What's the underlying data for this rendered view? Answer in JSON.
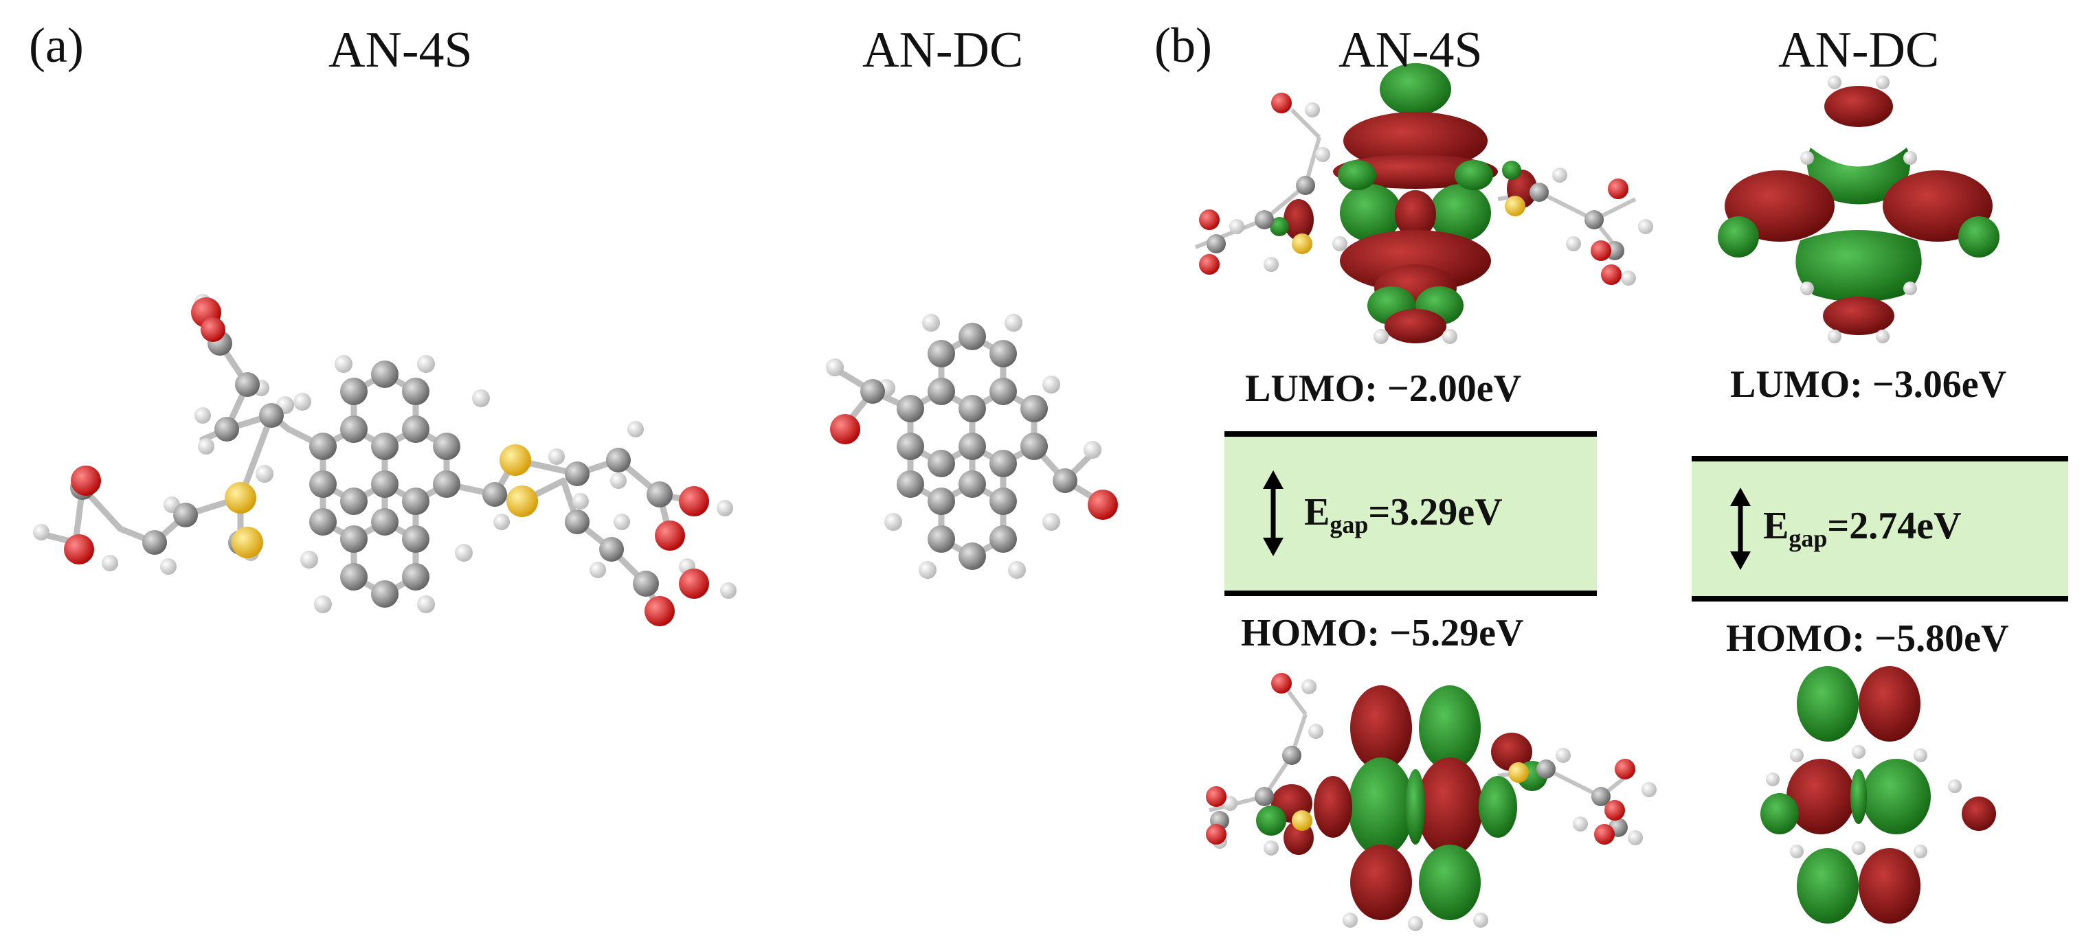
{
  "panel_a": {
    "label": "(a)",
    "titles": [
      "AN-4S",
      "AN-DC"
    ]
  },
  "panel_b": {
    "label": "(b)",
    "columns": [
      {
        "title": "AN-4S",
        "lumo_label": "LUMO: −2.00eV",
        "gap_symbol": "E",
        "gap_sub": "gap",
        "gap_value": "=3.29eV",
        "homo_label": "HOMO: −5.29eV"
      },
      {
        "title": "AN-DC",
        "lumo_label": "LUMO: −3.06eV",
        "gap_symbol": "E",
        "gap_sub": "gap",
        "gap_value": "=2.74eV",
        "homo_label": "HOMO: −5.80eV"
      }
    ]
  },
  "colors": {
    "carbon": "#8a8a8a",
    "hydrogen": "#e6e6e6",
    "oxygen": "#e3000f",
    "sulfur": "#f4c40f",
    "orbital_red": "#8b0e0e",
    "orbital_green": "#188a18",
    "gap_fill": "#d8f1c8"
  }
}
